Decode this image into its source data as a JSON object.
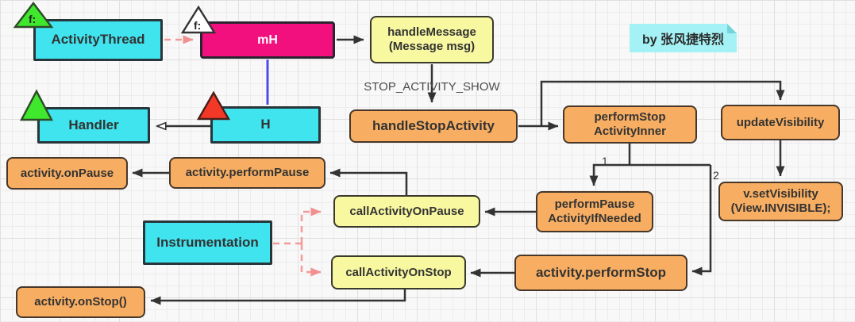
{
  "diagram": {
    "title_note": "by 张风捷特烈",
    "nodes": {
      "activity_thread": {
        "label": "ActivityThread"
      },
      "mh": {
        "label": "mH"
      },
      "handle_message": {
        "line1": "handleMessage",
        "line2": "(Message msg)"
      },
      "handler": {
        "label": "Handler"
      },
      "h": {
        "label": "H"
      },
      "handle_stop_activity": {
        "label": "handleStopActivity"
      },
      "perform_stop_activity_inner": {
        "line1": "performStop",
        "line2": "ActivityInner"
      },
      "update_visibility": {
        "label": "updateVisibility"
      },
      "activity_on_pause": {
        "label": "activity.onPause"
      },
      "activity_perform_pause": {
        "label": "activity.performPause"
      },
      "perform_pause_activity_if_needed": {
        "line1": "performPause",
        "line2": "ActivityIfNeeded"
      },
      "v_set_visibility": {
        "line1": "v.setVisibility",
        "line2": "(View.INVISIBLE);"
      },
      "call_activity_on_pause": {
        "label": "callActivityOnPause"
      },
      "instrumentation": {
        "label": "Instrumentation"
      },
      "call_activity_on_stop": {
        "label": "callActivityOnStop"
      },
      "activity_perform_stop": {
        "label": "activity.performStop"
      },
      "activity_on_stop": {
        "label": "activity.onStop()"
      }
    },
    "edge_labels": {
      "message_constant": "STOP_ACTIVITY_SHOW",
      "branch_1": "1",
      "branch_2": "2"
    },
    "markers": {
      "field_marker_1": "f:",
      "field_marker_2": "f:"
    },
    "colors": {
      "cyan_box": "#3FE4EF",
      "magenta_box": "#F2107E",
      "yellow_box": "#F8F8A1",
      "orange_box": "#F8AE62",
      "green_triangle": "#3FE72D",
      "red_triangle": "#F43827",
      "blue_line": "#4D4DEB",
      "pink_dashed_line": "#F29A9A",
      "edge_line": "#333333",
      "note_background": "#A4F2F5"
    }
  }
}
